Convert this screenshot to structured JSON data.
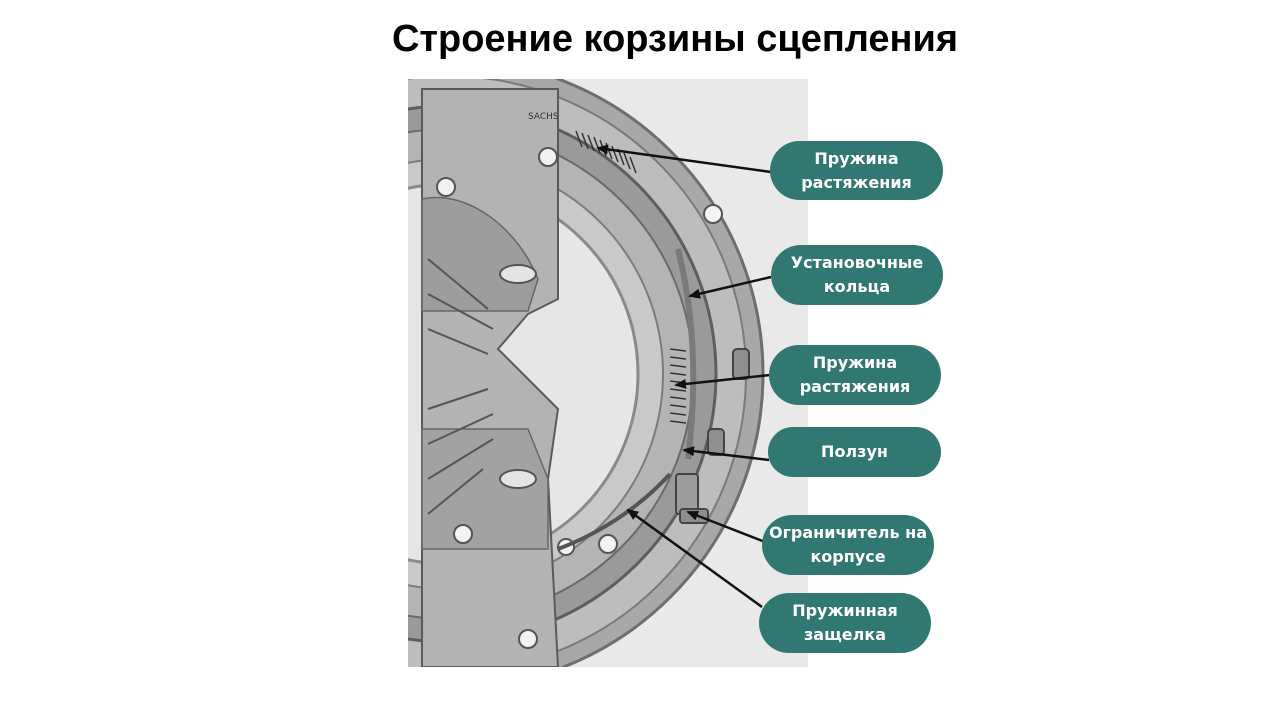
{
  "title": "Строение корзины сцепления",
  "photo": {
    "brand_mark": "SACHS"
  },
  "labels": [
    {
      "id": "spring-1",
      "text": "Пружина\nрастяжения"
    },
    {
      "id": "rings",
      "text": "Установочные\nкольца"
    },
    {
      "id": "spring-2",
      "text": "Пружина\nрастяжения"
    },
    {
      "id": "slider",
      "text": "Ползун"
    },
    {
      "id": "limiter",
      "text": "Ограничитель на\nкорпусе"
    },
    {
      "id": "latch",
      "text": "Пружинная\nзащелка"
    }
  ],
  "colors": {
    "label_bg": "#317872",
    "label_text": "#ffffff",
    "arrow": "#111111",
    "photo_bg": "#e9e9e9"
  }
}
